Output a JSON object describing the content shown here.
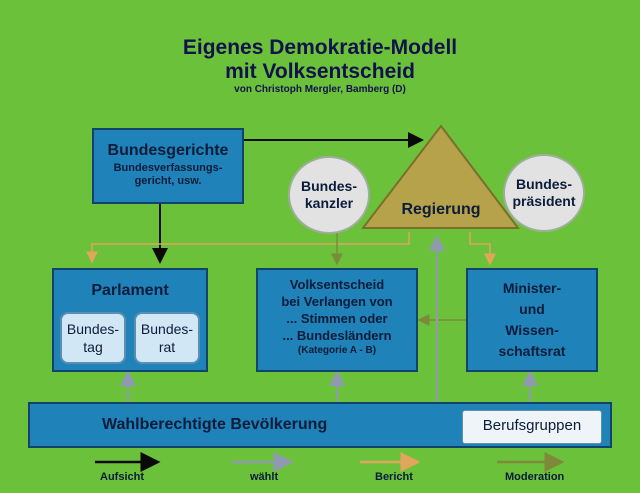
{
  "title": {
    "line1": "Eigenes Demokratie-Modell",
    "line2": "mit Volksentscheid",
    "author": "von Christoph Mergler, Bamberg (D)"
  },
  "nodes": {
    "bundesgerichte": {
      "title": "Bundesgerichte",
      "sub1": "Bundesverfassungs-",
      "sub2": "gericht, usw."
    },
    "bundeskanzler": {
      "line1": "Bundes-",
      "line2": "kanzler"
    },
    "regierung": {
      "label": "Regierung"
    },
    "bundespraesident": {
      "line1": "Bundes-",
      "line2": "präsident"
    },
    "parlament": {
      "title": "Parlament",
      "bundestag": [
        "Bundes-",
        "tag"
      ],
      "bundesrat": [
        "Bundes-",
        "rat"
      ]
    },
    "volksentscheid": {
      "lines": [
        "Volksentscheid",
        "bei Verlangen von",
        "... Stimmen oder",
        "... Bundesländern"
      ],
      "note": "(Kategorie A - B)"
    },
    "minister": {
      "lines": [
        "Minister-",
        "und",
        "Wissen-",
        "schaftsrat"
      ]
    },
    "bevoelkerung": {
      "label": "Wahlberechtigte Bevölkerung",
      "berufsgruppen": "Berufsgruppen"
    }
  },
  "legend": [
    {
      "label": "Aufsicht",
      "color": "#0a0a0a"
    },
    {
      "label": "wählt",
      "color": "#8f9ab0"
    },
    {
      "label": "Bericht",
      "color": "#e0a65e"
    },
    {
      "label": "Moderation",
      "color": "#7d8a3a"
    }
  ],
  "colors": {
    "background": "#6cc13a",
    "box": "#1f82b8",
    "triangle": "#b5a24a"
  }
}
